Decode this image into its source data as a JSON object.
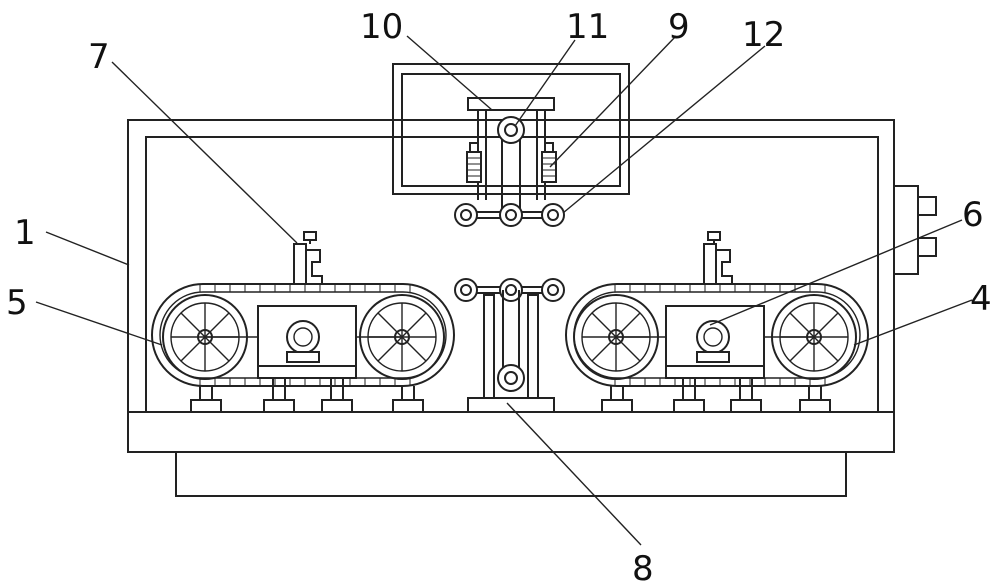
{
  "labels": {
    "l1": "1",
    "l4": "4",
    "l5": "5",
    "l6": "6",
    "l7": "7",
    "l8": "8",
    "l9": "9",
    "l10": "10",
    "l11": "11",
    "l12": "12"
  },
  "colors": {
    "line": "#222222",
    "background": "#ffffff"
  }
}
